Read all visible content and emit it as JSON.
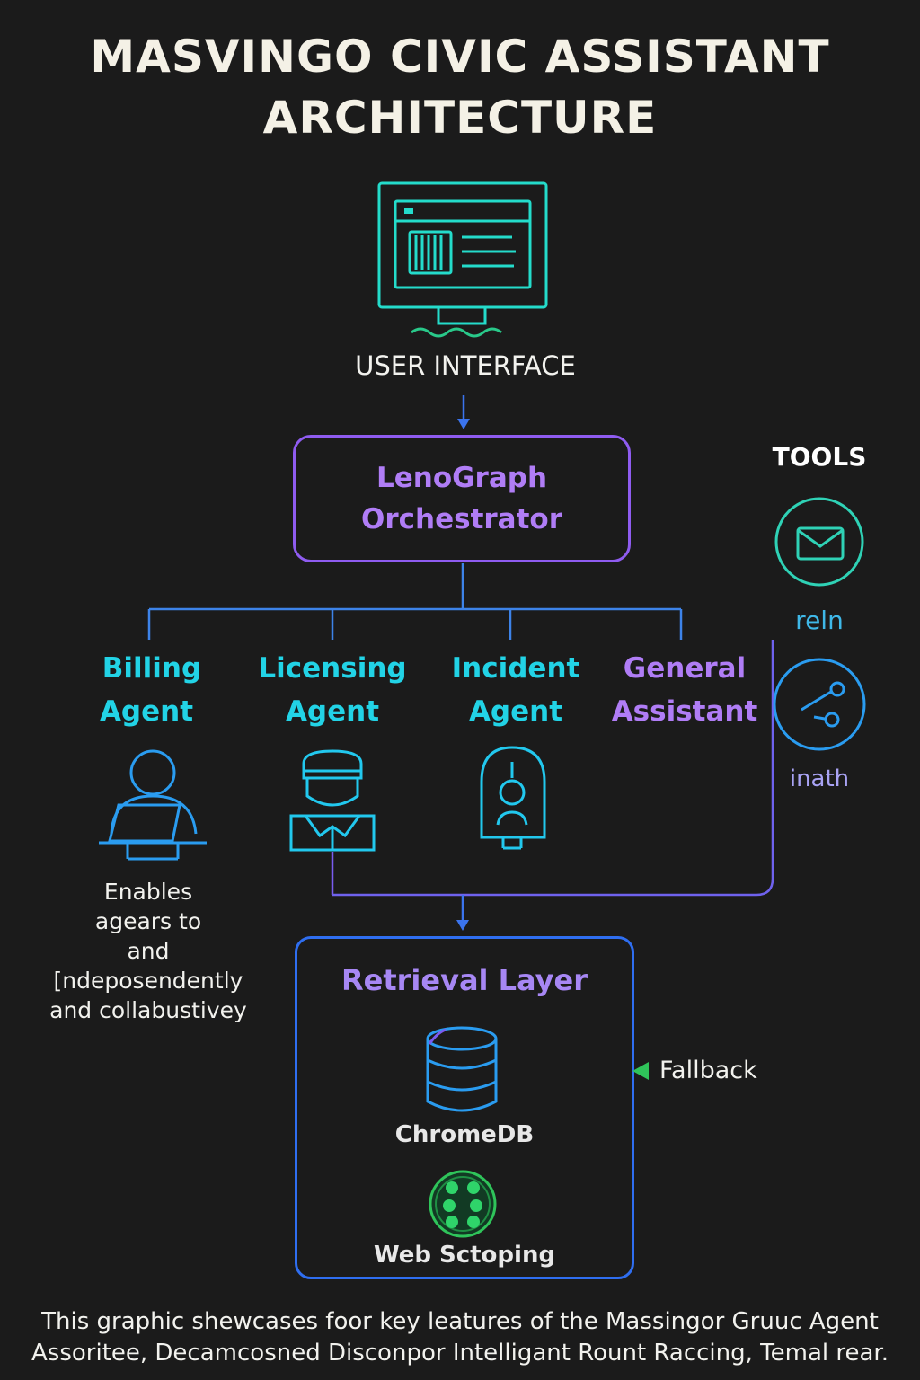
{
  "title": {
    "line1": "MASVINGO CIVIC ASSISTANT",
    "line2": "ARCHITECTURE"
  },
  "user_interface": {
    "label": "USER INTERFACE",
    "icon": "monitor-icon"
  },
  "orchestrator": {
    "line1": "LenoGraph",
    "line2": "Orchestrator"
  },
  "agents": [
    {
      "line1": "Billing",
      "line2": "Agent",
      "icon": "person-laptop-icon"
    },
    {
      "line1": "Licensing",
      "line2": "Agent",
      "icon": "officer-icon"
    },
    {
      "line1": "Incident",
      "line2": "Agent",
      "icon": "alert-person-icon"
    },
    {
      "line1": "General",
      "line2": "Assistant"
    }
  ],
  "description": {
    "line1": "Enables",
    "line2": "agears to",
    "line3": "and",
    "line4": "[ndeposendently",
    "line5": "and collabustivey"
  },
  "tools": {
    "label": "TOOLS",
    "items": [
      {
        "label": "reln",
        "icon": "mail-icon"
      },
      {
        "label": "inath",
        "icon": "graph-nodes-icon"
      }
    ]
  },
  "retrieval": {
    "title": "Retrieval Layer",
    "db_label": "ChromeDB",
    "web_label": "Web Sctoping",
    "fallback_label": "Fallback"
  },
  "footer": {
    "line1": "This graphic shewcases foor key leatures of the Massingor Gruuc Agent",
    "line2": "Assoritee, Decamcosned Disconpor Intelligant Rount Raccing, Temal rear."
  },
  "colors": {
    "background": "#1b1b1b",
    "cyan": "#22d3e6",
    "violet": "#b07df6",
    "blue": "#2f6ef0",
    "green": "#2fc45a"
  }
}
